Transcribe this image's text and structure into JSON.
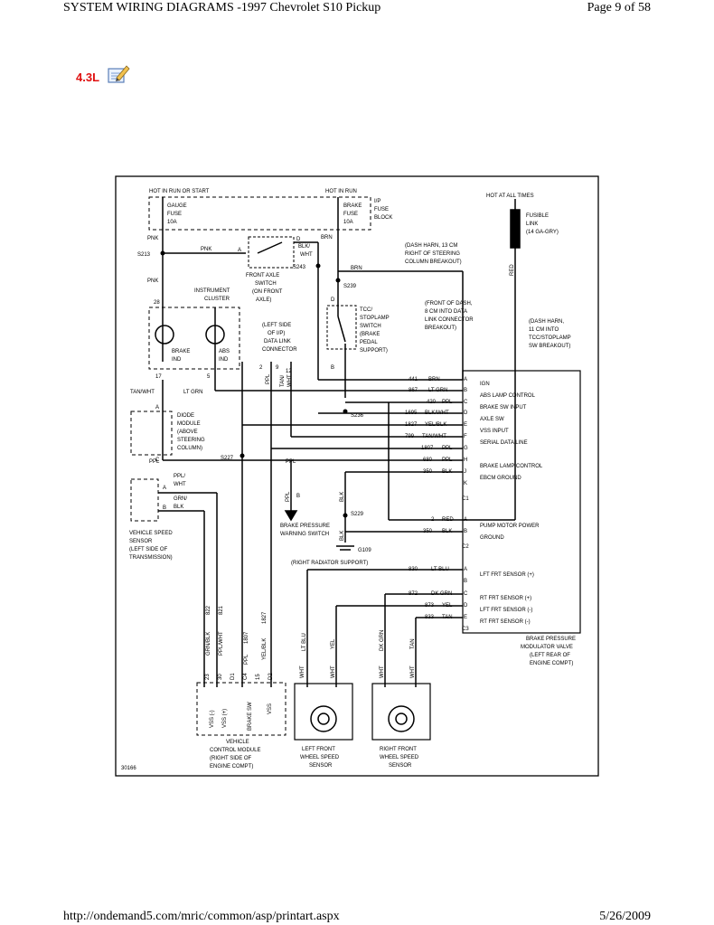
{
  "header": {
    "title": "SYSTEM WIRING DIAGRAMS -1997 Chevrolet S10 Pickup",
    "page": "Page 9 of 58"
  },
  "engine_label": "4.3L",
  "icons": {
    "note": "note-pencil-icon"
  },
  "footer": {
    "url": "http://ondemand5.com/mric/common/asp/printart.aspx",
    "date": "5/26/2009"
  },
  "diagram": {
    "fig_id": "30166",
    "power": {
      "hot_run_start": "HOT IN RUN OR START",
      "hot_run": "HOT IN RUN",
      "hot_all": "HOT AT ALL TIMES",
      "gauge_fuse": [
        "GAUGE",
        "FUSE",
        "10A"
      ],
      "brake_fuse": [
        "BRAKE",
        "FUSE",
        "10A"
      ],
      "ip_fuse_block": [
        "I/P",
        "FUSE",
        "BLOCK"
      ],
      "fusible_link": [
        "FUSIBLE",
        "LINK",
        "(14 GA-GRY)"
      ]
    },
    "splices": {
      "s213": "S213",
      "s243": "S243",
      "s239": "S239",
      "s236": "S236",
      "s227": "S227",
      "s229": "S229",
      "g109": "G109"
    },
    "notes": {
      "dash_harn_13": [
        "(DASH HARN, 13 CM",
        "RIGHT OF STEERING",
        "COLUMN BREAKOUT)"
      ],
      "front_of_dash": [
        "(FRONT OF DASH,",
        "8 CM INTO DATA",
        "LINK CONNECTOR",
        "BREAKOUT)"
      ],
      "dash_harn_11": [
        "(DASH HARN,",
        "11 CM INTO",
        "TCC/STOPLAMP",
        "SW BREAKOUT)"
      ],
      "right_rad": "(RIGHT RADIATOR SUPPORT)"
    },
    "components": {
      "front_axle_switch": [
        "FRONT AXLE",
        "SWITCH",
        "(ON FRONT",
        "AXLE)"
      ],
      "instrument_cluster": [
        "INSTRUMENT",
        "CLUSTER"
      ],
      "brake_ind": [
        "BRAKE",
        "IND"
      ],
      "abs_ind": [
        "ABS",
        "IND"
      ],
      "tcc_switch": [
        "TCC/",
        "STOPLAMP",
        "SWITCH",
        "(BRAKE",
        "PEDAL",
        "SUPPORT)"
      ],
      "dlc": [
        "(LEFT SIDE",
        "OF I/P)",
        "DATA LINK",
        "CONNECTOR"
      ],
      "diode_module": [
        "DIODE",
        "MODULE",
        "(ABOVE",
        "STEERING",
        "COLUMN)"
      ],
      "vss": [
        "VEHICLE SPEED",
        "SENSOR",
        "(LEFT SIDE OF",
        "TRANSMISSION)"
      ],
      "bpws": [
        "BRAKE PRESSURE",
        "WARNING SWITCH"
      ],
      "bpmv": [
        "BRAKE PRESSURE",
        "MODULATOR VALVE",
        "(LEFT REAR OF",
        "ENGINE COMPT)"
      ],
      "vcm": [
        "VEHICLE",
        "CONTROL MODULE",
        "(RIGHT SIDE OF",
        "ENGINE COMPT)"
      ],
      "lf_wss": [
        "LEFT FRONT",
        "WHEEL SPEED",
        "SENSOR"
      ],
      "rf_wss": [
        "RIGHT FRONT",
        "WHEEL SPEED",
        "SENSOR"
      ]
    },
    "wire_labels": {
      "pnk_a": "PNK",
      "pnk_b": "PNK",
      "pnk_c": "PNK",
      "brn_a": "BRN",
      "brn_b": "BRN",
      "blk_wht": [
        "BLK/",
        "WHT"
      ],
      "red": "RED",
      "tan_wht": "TAN/WHT",
      "lt_grn": "LT GRN",
      "ppl_a": "PPL",
      "ppl_b": "PPL",
      "ppl_c": "PPL",
      "ppl_wht": [
        "PPL/",
        "WHT"
      ],
      "grn_blk": [
        "GRN/",
        "BLK"
      ],
      "blk_a": "BLK",
      "blk_b": "BLK",
      "dlc_ppl": "PPL",
      "dlc_tanwht": [
        "TAN/",
        "WHT"
      ],
      "vert_822": "822",
      "vert_821": "821",
      "vert_1807": "1807",
      "vert_1827": "1827",
      "grn_blk_v": "GRN/BLK",
      "ppl_wht_v": "PPL/WHT",
      "ppl_v": "PPL",
      "yel_blk_v": "YEL/BLK",
      "lt_blu_v": "LT BLU",
      "yel_v": "YEL",
      "dk_grn_v": "DK GRN",
      "tan_v": "TAN",
      "wht": "WHT"
    },
    "pins": {
      "cluster_28": "28",
      "cluster_17": "17",
      "cluster_5": "5",
      "dlc_2": "2",
      "dlc_9": "9",
      "dlc_12": "12",
      "d": "D",
      "b": "B",
      "a": "A",
      "c": "C",
      "vcm_23": "23",
      "vcm_30": "30",
      "vcm_d1": "D1",
      "vcm_c4": "C4",
      "vcm_15": "15",
      "vcm_d2": "D2"
    },
    "vcm_pins": [
      "VSS (-)",
      "VSS (+)",
      "BRAKE SW",
      "VSS"
    ],
    "connector1": [
      {
        "circuit": "441",
        "color": "BRN",
        "pin": "A",
        "func": "IGN"
      },
      {
        "circuit": "867",
        "color": "LT GRN",
        "pin": "B",
        "func": "ABS LAMP CONTROL"
      },
      {
        "circuit": "420",
        "color": "PPL",
        "pin": "C",
        "func": "BRAKE SW INPUT"
      },
      {
        "circuit": "1695",
        "color": "BLK/WHT",
        "pin": "D",
        "func": "AXLE SW"
      },
      {
        "circuit": "1827",
        "color": "YEL/BLK",
        "pin": "E",
        "func": "VSS INPUT"
      },
      {
        "circuit": "799",
        "color": "TAN/WHT",
        "pin": "F",
        "func": "SERIAL DATA LINE"
      },
      {
        "circuit": "1807",
        "color": "PPL",
        "pin": "G",
        "func": ""
      },
      {
        "circuit": "680",
        "color": "PPL",
        "pin": "H",
        "func": "BRAKE LAMP CONTROL"
      },
      {
        "circuit": "350",
        "color": "BLK",
        "pin": "J",
        "func": "EBCM GROUND"
      },
      {
        "circuit": "",
        "color": "",
        "pin": "K",
        "func": ""
      },
      {
        "circuit": "",
        "color": "",
        "pin": "C1",
        "func": ""
      }
    ],
    "connector2": [
      {
        "circuit": "2",
        "color": "RED",
        "pin": "A",
        "func": "PUMP MOTOR POWER"
      },
      {
        "circuit": "350",
        "color": "BLK",
        "pin": "B",
        "func": "GROUND"
      },
      {
        "circuit": "",
        "color": "",
        "pin": "C2",
        "func": ""
      }
    ],
    "connector3": [
      {
        "circuit": "830",
        "color": "LT BLU",
        "pin": "A",
        "func": "LFT FRT SENSOR (+)"
      },
      {
        "circuit": "",
        "color": "",
        "pin": "B",
        "func": ""
      },
      {
        "circuit": "872",
        "color": "DK GRN",
        "pin": "C",
        "func": "RT FRT SENSOR (+)"
      },
      {
        "circuit": "873",
        "color": "YEL",
        "pin": "D",
        "func": "LFT FRT SENSOR (-)"
      },
      {
        "circuit": "833",
        "color": "TAN",
        "pin": "E",
        "func": "RT FRT SENSOR (-)"
      },
      {
        "circuit": "",
        "color": "",
        "pin": "C3",
        "func": ""
      }
    ]
  }
}
